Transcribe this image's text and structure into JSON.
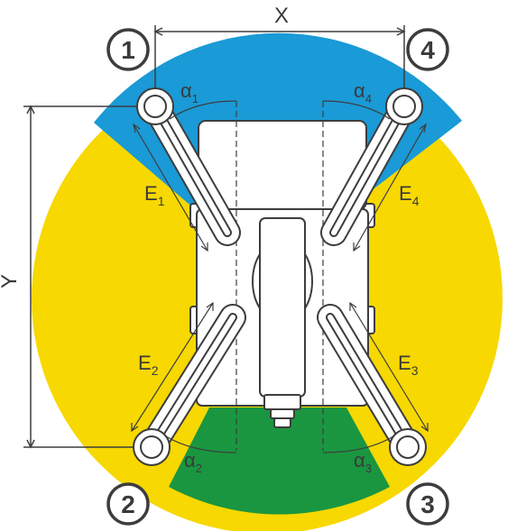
{
  "colors": {
    "front_zone": "#1a9ad6",
    "side_zone": "#f7d800",
    "rear_zone": "#1a9640",
    "outline": "#3d3d3d",
    "machine_fill": "#ffffff"
  },
  "dimensions": {
    "width_label": "X",
    "length_label": "Y"
  },
  "outriggers": [
    {
      "number": "1",
      "extension_label": "E",
      "extension_sub": "1",
      "angle_label": "α",
      "angle_sub": "1"
    },
    {
      "number": "2",
      "extension_label": "E",
      "extension_sub": "2",
      "angle_label": "α",
      "angle_sub": "2"
    },
    {
      "number": "3",
      "extension_label": "E",
      "extension_sub": "3",
      "angle_label": "α",
      "angle_sub": "3"
    },
    {
      "number": "4",
      "extension_label": "E",
      "extension_sub": "4",
      "angle_label": "α",
      "angle_sub": "4"
    }
  ]
}
